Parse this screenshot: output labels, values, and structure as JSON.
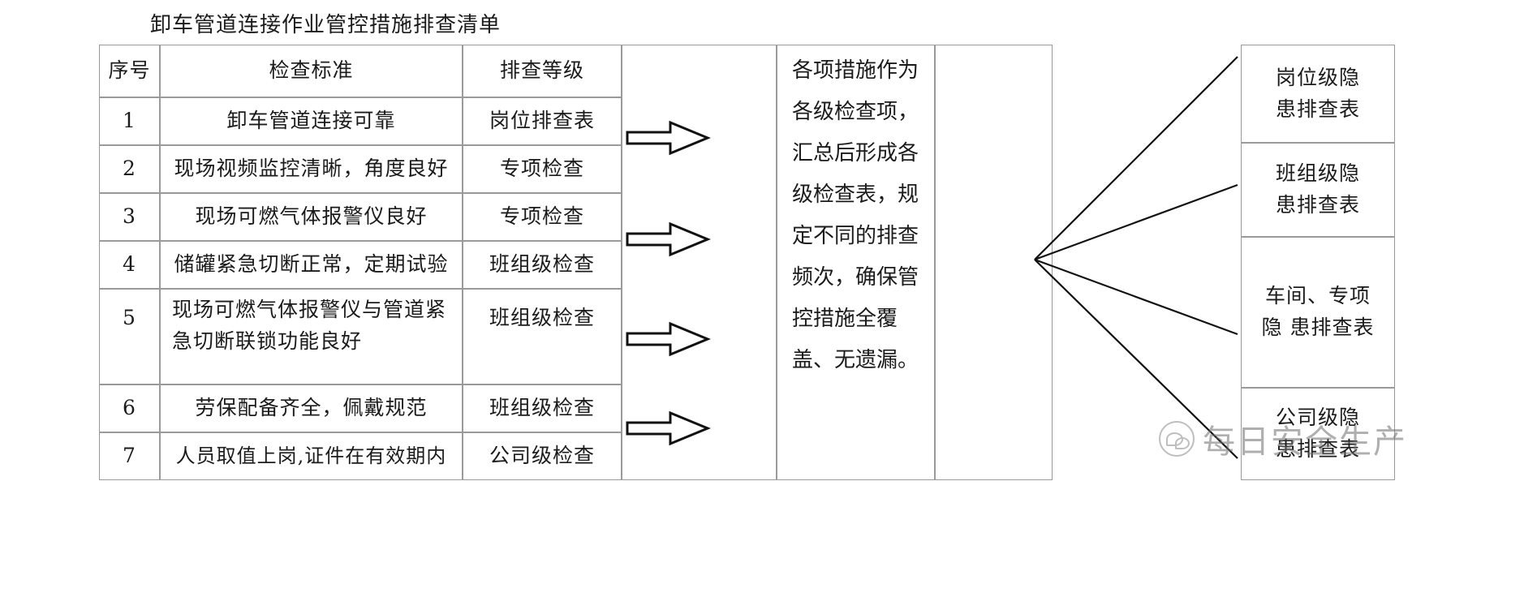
{
  "document": {
    "title": "卸车管道连接作业管控措施排查清单"
  },
  "table": {
    "headers": {
      "seq": "序号",
      "standard": "检查标准",
      "level": "排查等级"
    },
    "rows": [
      {
        "seq": "1",
        "standard_lines": [
          "卸车管道连接可靠"
        ],
        "level": "岗位排查表"
      },
      {
        "seq": "2",
        "standard_lines": [
          "现场视频监控清晰，角度良好"
        ],
        "level": "专项检查"
      },
      {
        "seq": "3",
        "standard_lines": [
          "现场可燃气体报警仪良好"
        ],
        "level": "专项检查"
      },
      {
        "seq": "4",
        "standard_lines": [
          "储罐紧急切断正常，定期试验"
        ],
        "level": "班组级检查"
      },
      {
        "seq": "5",
        "standard_lines": [
          "现场可燃气体报警仪与管道紧",
          "急切断联锁功能良好"
        ],
        "level": "班组级检查"
      },
      {
        "seq": "6",
        "standard_lines": [
          "劳保配备齐全，佩戴规范"
        ],
        "level": "班组级检查"
      },
      {
        "seq": "7",
        "standard_lines": [
          "人员取值上岗,证件在有效期内"
        ],
        "level": "公司级检查"
      }
    ]
  },
  "summary": {
    "text": "各项措施作为各级检查项，汇总后形成各级检查表，规定不同的排查频次，确保管控措施全覆盖、无遗漏。"
  },
  "outputs": {
    "items": [
      {
        "lines": [
          "岗位级隐",
          "患排查表"
        ]
      },
      {
        "lines": [
          "班组级隐",
          "患排查表"
        ]
      },
      {
        "lines": [
          "车间、专项",
          "隐  患排查表"
        ]
      },
      {
        "lines": [
          "公司级隐",
          "患排查表"
        ]
      }
    ]
  },
  "watermark": {
    "text": "每日安全生产",
    "logo": "wechat-logo-icon"
  },
  "colors": {
    "border": "#9a9a9a",
    "text": "#1b1b1b",
    "watermark": "#6f6f6f"
  }
}
